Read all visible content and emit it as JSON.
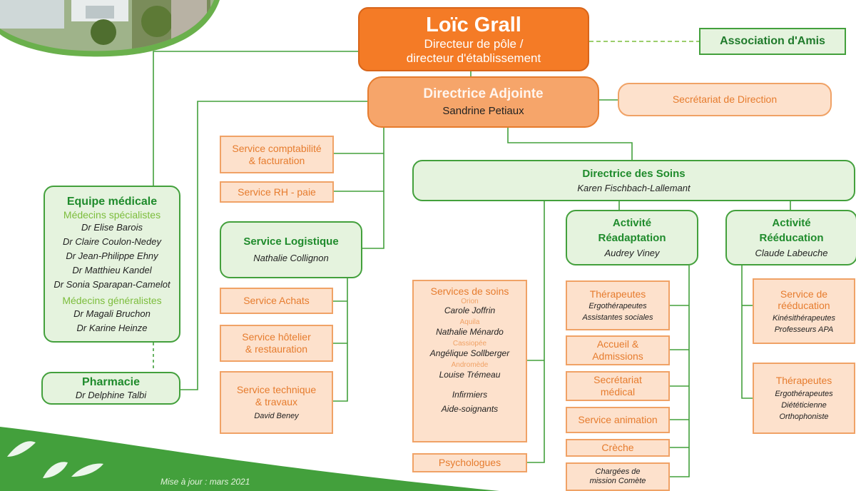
{
  "director": {
    "name": "Loïc Grall",
    "line1": "Directeur de pôle /",
    "line2": "directeur d'établissement"
  },
  "association": "Association d'Amis",
  "adjointe": {
    "title": "Directrice Adjointe",
    "name": "Sandrine Petiaux"
  },
  "secretariat_direction": "Secrétariat de Direction",
  "compta": {
    "line1": "Service comptabilité",
    "line2": "& facturation"
  },
  "rh": "Service RH - paie",
  "soins_dir": {
    "title": "Directrice des Soins",
    "name": "Karen Fischbach-Lallemant"
  },
  "equipe": {
    "title": "Equipe médicale",
    "specialists_label": "Médecins spécialistes",
    "specialists": [
      "Dr Elise Barois",
      "Dr Claire Coulon-Nedey",
      "Dr Jean-Philippe Ehny",
      "Dr Matthieu Kandel",
      "Dr Sonia Sparapan-Camelot"
    ],
    "generalists_label": "Médecins généralistes",
    "generalists": [
      "Dr Magali Bruchon",
      "Dr Karine Heinze"
    ]
  },
  "pharmacie": {
    "title": "Pharmacie",
    "name": "Dr Delphine Talbi"
  },
  "logistique": {
    "title": "Service Logistique",
    "name": "Nathalie Collignon"
  },
  "achats": "Service Achats",
  "hotelier": {
    "line1": "Service hôtelier",
    "line2": "& restauration"
  },
  "technique": {
    "line1": "Service technique",
    "line2": "& travaux",
    "name": "David Beney"
  },
  "readapt": {
    "line1": "Activité",
    "line2": "Réadaptation",
    "name": "Audrey Viney"
  },
  "reeduc": {
    "line1": "Activité",
    "line2": "Rééducation",
    "name": "Claude Labeuche"
  },
  "services_soins": {
    "title": "Services de soins",
    "units": [
      {
        "unit": "Orion",
        "name": "Carole Joffrin"
      },
      {
        "unit": "Aquila",
        "name": "Nathalie Ménardo"
      },
      {
        "unit": "Cassiopée",
        "name": "Angélique Sollberger"
      },
      {
        "unit": "Andromède",
        "name": "Louise Trémeau"
      }
    ],
    "staff1": "Infirmiers",
    "staff2": "Aide-soignants"
  },
  "psychologues": "Psychologues",
  "therapeutes_readapt": {
    "title": "Thérapeutes",
    "line1": "Ergothérapeutes",
    "line2": "Assistantes sociales"
  },
  "accueil": {
    "line1": "Accueil &",
    "line2": "Admissions"
  },
  "secretariat_medical": {
    "line1": "Secrétariat",
    "line2": "médical"
  },
  "animation": "Service animation",
  "creche": "Crèche",
  "comete": {
    "line1": "Chargées de",
    "line2": "mission Comète"
  },
  "service_reeduc": {
    "line1": "Service de",
    "line2": "rééducation",
    "staff1": "Kinésithérapeutes",
    "staff2": "Professeurs APA"
  },
  "therapeutes_reeduc": {
    "title": "Thérapeutes",
    "line1": "Ergothérapeutes",
    "line2": "Diététicienne",
    "line3": "Orthophoniste"
  },
  "footer": "Mise à jour : mars 2021",
  "colors": {
    "green": "#43a03c",
    "orange": "#f47b26",
    "light_orange": "#fde1cc",
    "light_green": "#e5f3de"
  }
}
